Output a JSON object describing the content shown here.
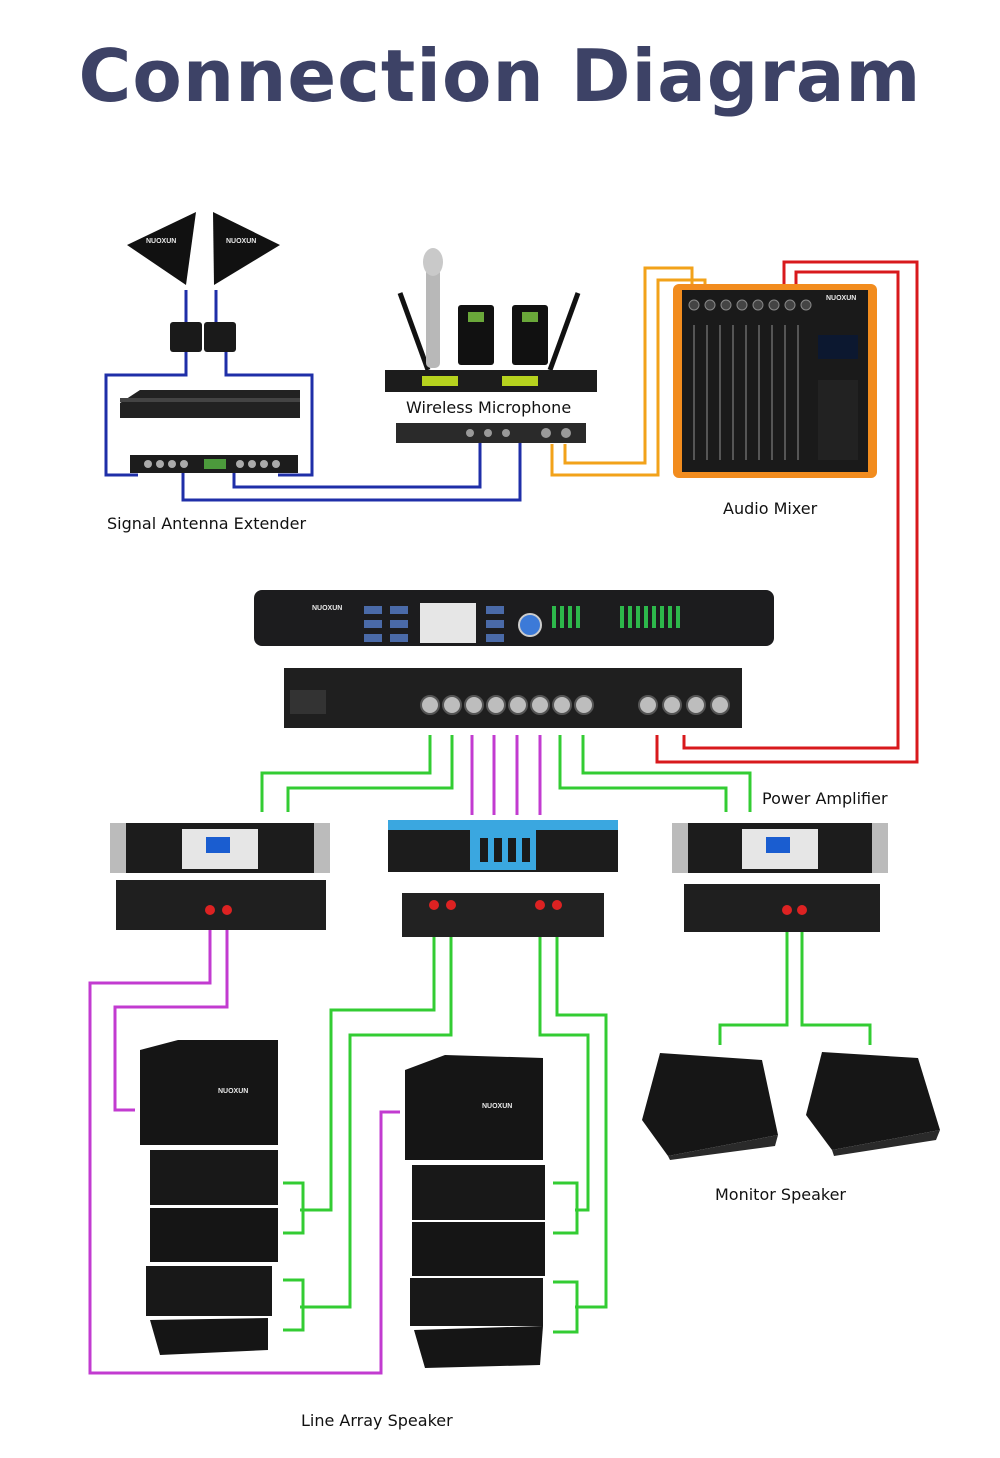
{
  "title": "Connection Diagram",
  "labels": {
    "antenna": "Signal Antenna Extender",
    "microphone": "Wireless Microphone",
    "mixer": "Audio Mixer",
    "amplifier": "Power Amplifier",
    "monitor": "Monitor Speaker",
    "line_array": "Line Array Speaker"
  },
  "brand": "NUOXUN",
  "cable_colors": {
    "rf": "#1f2fa8",
    "mic_audio": "#f2a21a",
    "mixer_to_processor": "#d8191c",
    "amp_input": "#33cc33",
    "purple": "#c23bd0"
  },
  "device_colors": {
    "mixer_accent": "#f28c1e",
    "amp_blue": "#3aa7e0",
    "chassis": "#1d1d1f"
  }
}
